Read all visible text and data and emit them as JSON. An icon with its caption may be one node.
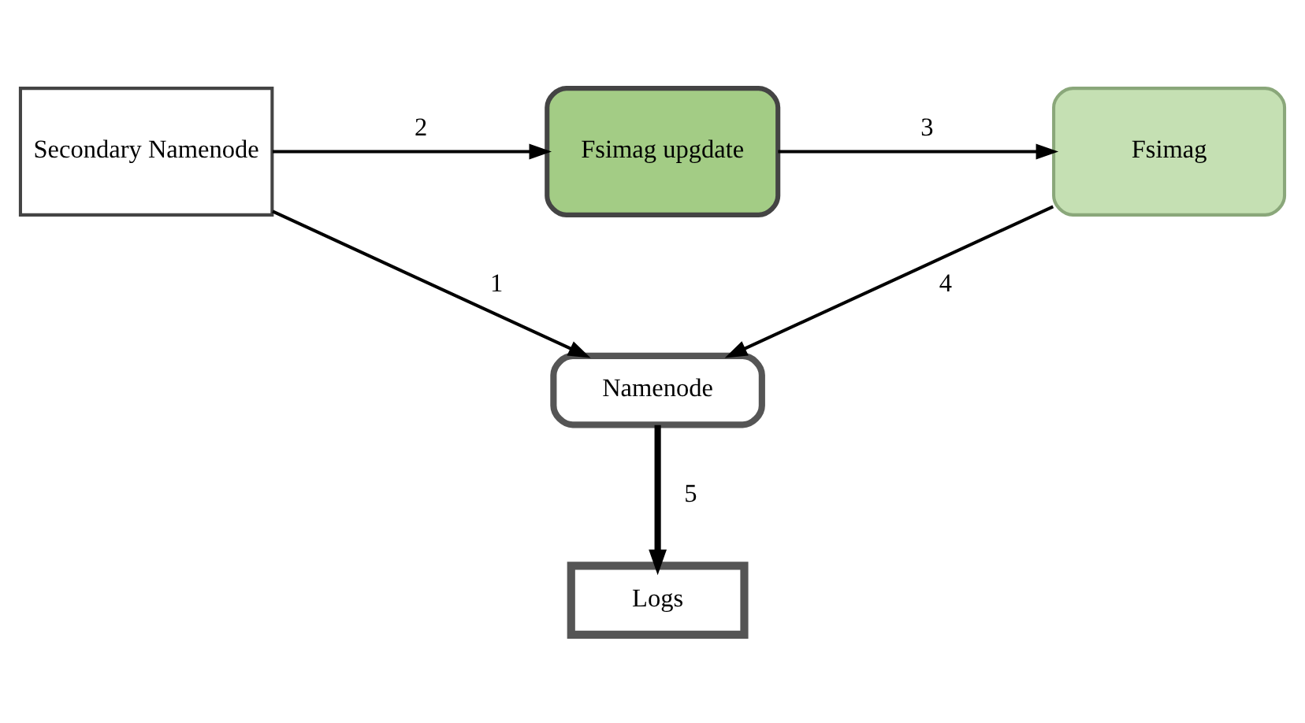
{
  "diagram": {
    "nodes": [
      {
        "text": [
          "Secondary Namenode"
        ]
      },
      {
        "text": [
          "Fsimag upgdate"
        ]
      },
      {
        "text": [
          "Fsimag"
        ]
      },
      {
        "text": [
          "Namenode"
        ]
      },
      {
        "text": [
          "Logs"
        ]
      }
    ],
    "edges": [
      {
        "from": 0,
        "to": 3,
        "arrow": "to",
        "label": "1"
      },
      {
        "from": 0,
        "to": 1,
        "arrow": "to",
        "label": "2"
      },
      {
        "from": 1,
        "to": 2,
        "arrow": "to",
        "label": "3"
      },
      {
        "from": 2,
        "to": 3,
        "arrow": "to",
        "label": "4"
      },
      {
        "from": 3,
        "to": 4,
        "arrow": "to",
        "label": "5",
        "style": "thick"
      }
    ]
  }
}
